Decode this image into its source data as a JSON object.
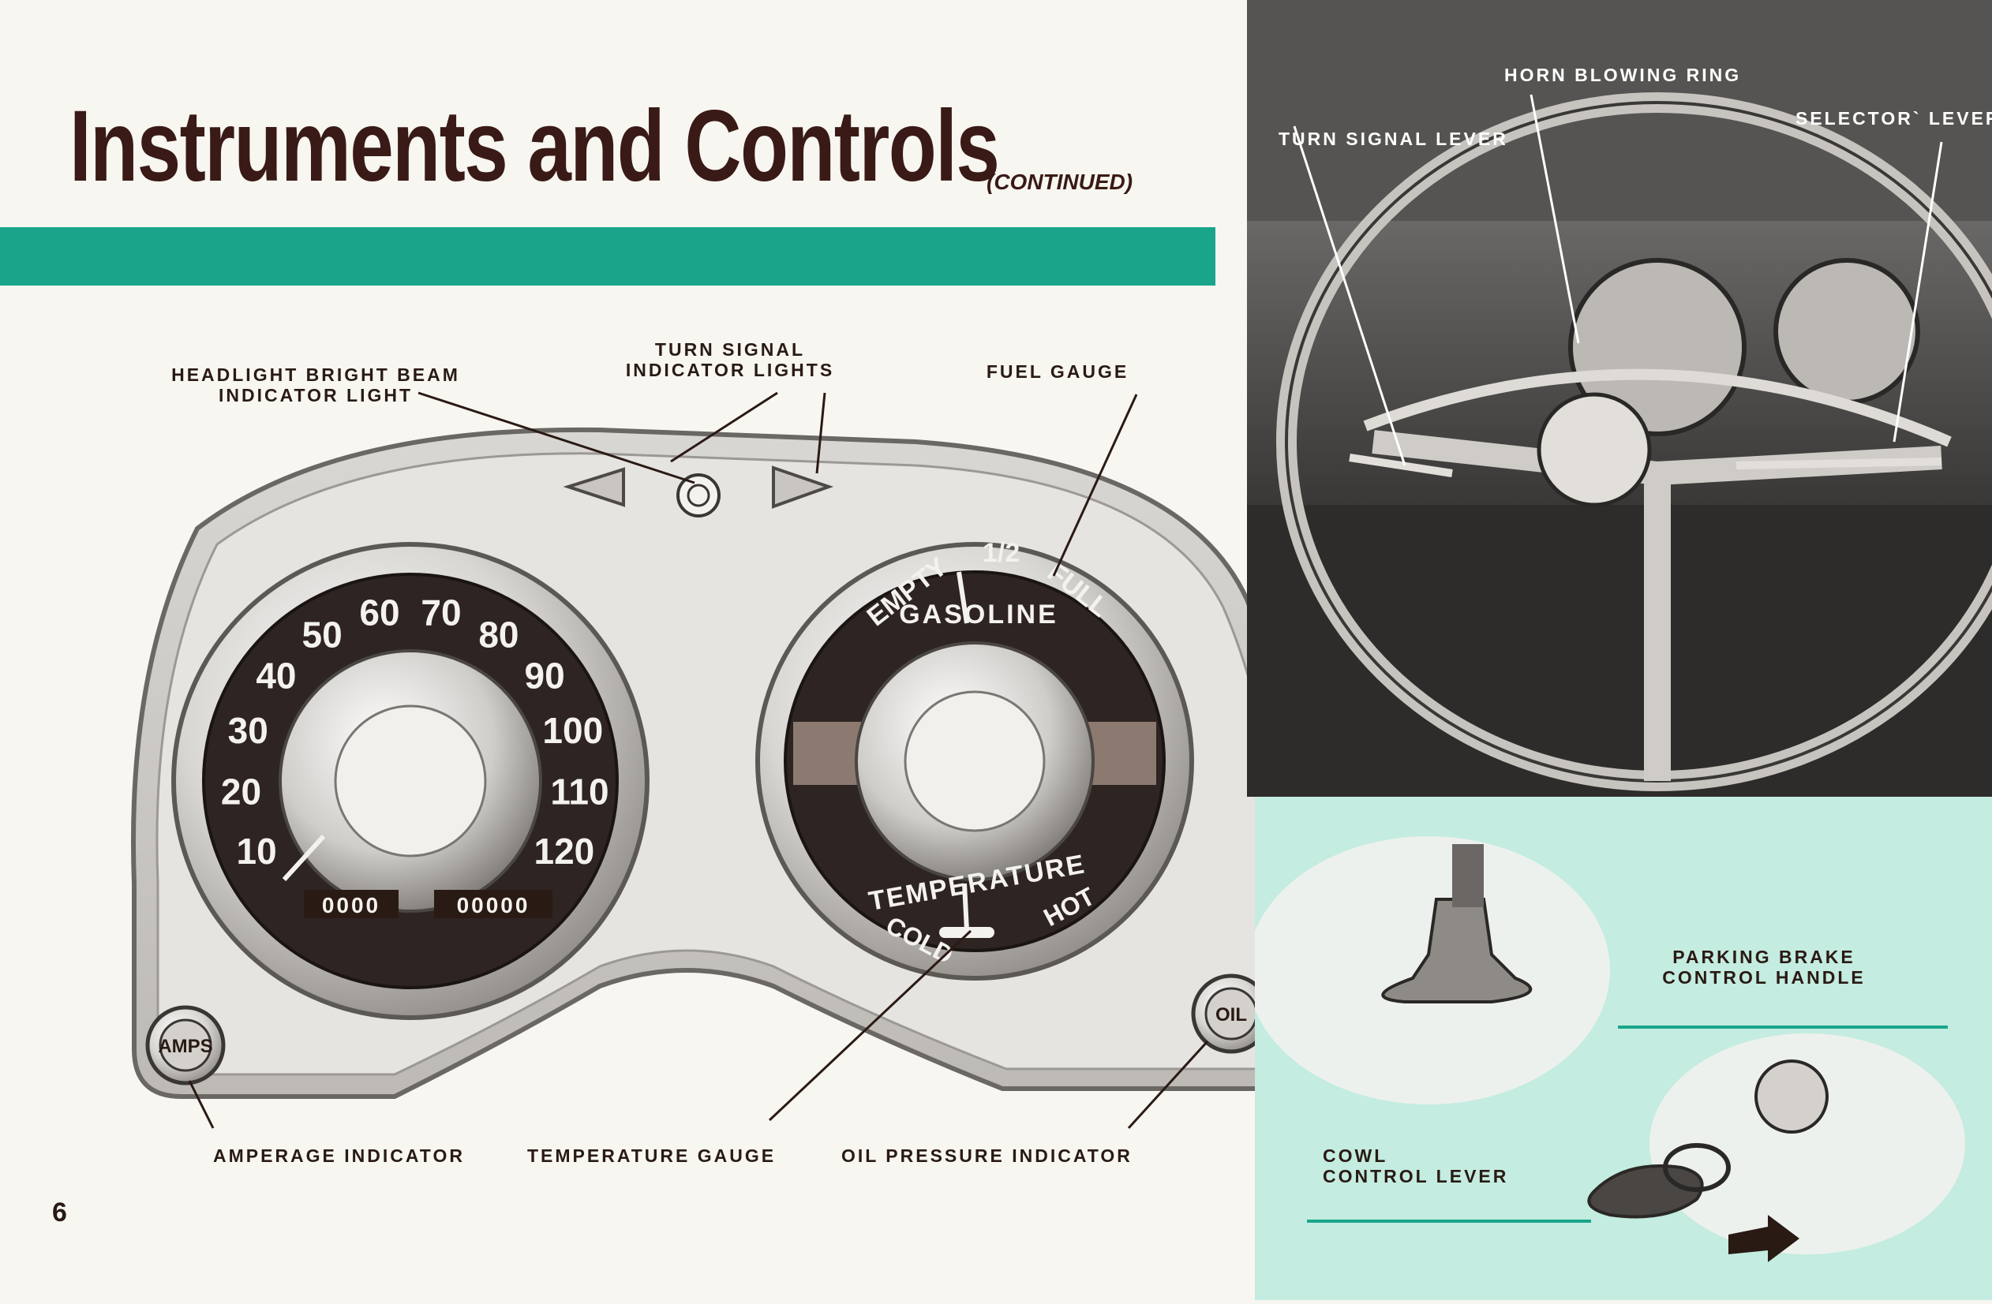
{
  "page": {
    "title": "Instruments and Controls",
    "subtitle": "(CONTINUED)",
    "page_number": "6"
  },
  "labels": {
    "headlight_line1": "HEADLIGHT BRIGHT BEAM",
    "headlight_line2": "INDICATOR LIGHT",
    "turn_signal_line1": "TURN SIGNAL",
    "turn_signal_line2": "INDICATOR LIGHTS",
    "fuel_gauge": "FUEL GAUGE",
    "amperage": "AMPERAGE INDICATOR",
    "temperature_gauge": "TEMPERATURE GAUGE",
    "oil_pressure": "OIL PRESSURE INDICATOR",
    "horn_ring": "HORN BLOWING RING",
    "turn_signal_lever": "TURN SIGNAL LEVER",
    "selector_lever": "SELECTOR` LEVER",
    "parking_brake_line1": "PARKING BRAKE",
    "parking_brake_line2": "CONTROL HANDLE",
    "cowl_line1": "COWL",
    "cowl_line2": "CONTROL LEVER"
  },
  "speedometer": {
    "numbers": [
      "10",
      "20",
      "30",
      "40",
      "50",
      "60",
      "70",
      "80",
      "90",
      "100",
      "110",
      "120"
    ],
    "odometer": "0000",
    "trip": "00000"
  },
  "gauge": {
    "empty": "EMPTY",
    "half": "1/2",
    "full": "FULL",
    "gasoline": "GASOLINE",
    "temperature": "TEMPERATURE",
    "cold": "COLD",
    "hot": "HOT"
  },
  "indicators": {
    "amps": "AMPS",
    "oil": "OIL"
  },
  "colors": {
    "accent_band": "#1aa58a",
    "title": "#3a1a16",
    "mint_panel": "#c4ece0"
  }
}
